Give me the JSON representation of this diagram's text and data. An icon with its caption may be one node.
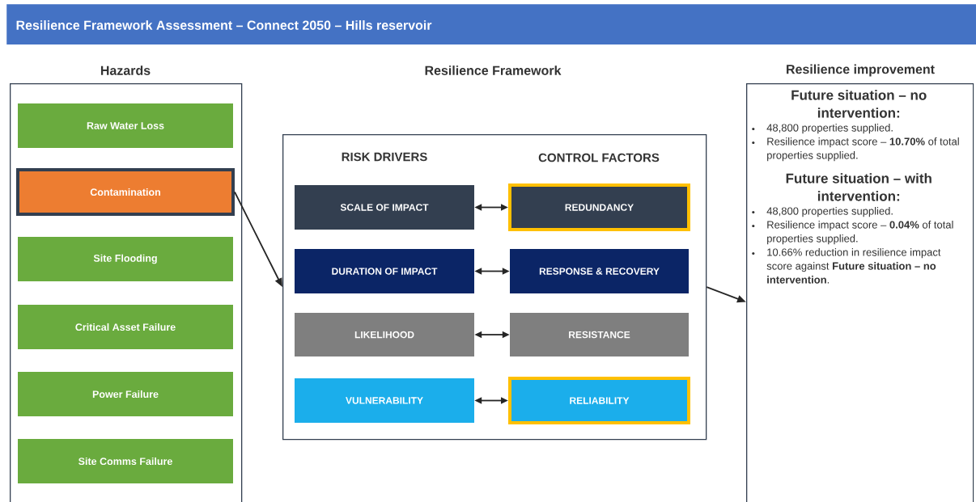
{
  "diagram": {
    "title": "Resilience Framework Assessment – Connect 2050 – Hills reservoir",
    "nodes": [
      {
        "text": [
          "Hazards"
        ]
      },
      {
        "text": [
          "Raw Water Loss"
        ],
        "in": 0
      },
      {
        "text": [
          "Contamination"
        ],
        "in": 0
      },
      {
        "text": [
          "Site Flooding"
        ],
        "in": 0
      },
      {
        "text": [
          "Critical Asset Failure"
        ],
        "in": 0
      },
      {
        "text": [
          "Power Failure"
        ],
        "in": 0
      },
      {
        "text": [
          "Site Comms Failure"
        ],
        "in": 0
      },
      {
        "text": [
          "Resilience Framework",
          "RISK DRIVERS",
          "CONTROL FACTORS"
        ]
      },
      {
        "text": [
          "SCALE OF IMPACT"
        ],
        "in": 7
      },
      {
        "text": [
          "REDUNDANCY"
        ],
        "in": 7
      },
      {
        "text": [
          "DURATION OF IMPACT"
        ],
        "in": 7
      },
      {
        "text": [
          "RESPONSE & RECOVERY"
        ],
        "in": 7
      },
      {
        "text": [
          "LIKELIHOOD"
        ],
        "in": 7
      },
      {
        "text": [
          "RESISTANCE"
        ],
        "in": 7
      },
      {
        "text": [
          "VULNERABILITY"
        ],
        "in": 7
      },
      {
        "text": [
          "RELIABILITY"
        ],
        "in": 7
      },
      {
        "text": [
          "Resilience improvement",
          "Future situation – no intervention:",
          "48,800 properties supplied.",
          "Resilience impact score – **10.70%** of total properties supplied.",
          "Future situation – with intervention:",
          "48,800 properties supplied.",
          "Resilience impact score – **0.04%** of total properties supplied.",
          "10.66% reduction in resilience impact score against **Future situation – no intervention**."
        ]
      }
    ],
    "edges": [
      {
        "from": 2,
        "to": 7,
        "arrow": "to"
      },
      {
        "from": 8,
        "to": 9,
        "arrow": "both"
      },
      {
        "from": 10,
        "to": 11,
        "arrow": "both"
      },
      {
        "from": 12,
        "to": 13,
        "arrow": "both"
      },
      {
        "from": 14,
        "to": 15,
        "arrow": "both"
      },
      {
        "from": 7,
        "to": 16,
        "arrow": "to"
      }
    ]
  }
}
